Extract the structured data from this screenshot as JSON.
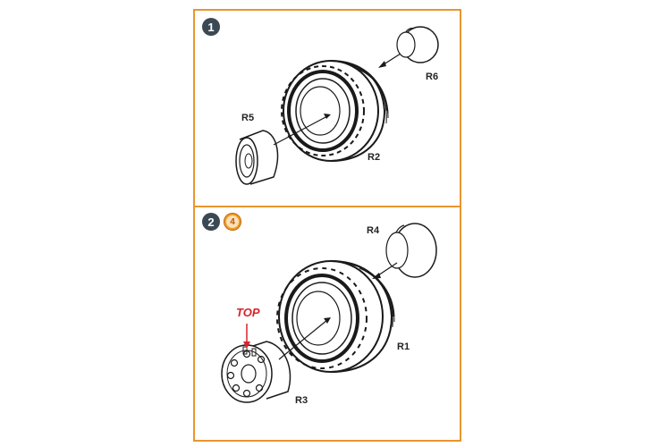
{
  "steps": [
    {
      "number": "1",
      "parts": {
        "a": "R6",
        "b": "R5",
        "c": "R2"
      }
    },
    {
      "number": "2",
      "ref": "4",
      "parts": {
        "a": "R4",
        "b": "R1",
        "c": "R3"
      },
      "note": "TOP"
    }
  ],
  "colors": {
    "frame": "#e8962d",
    "badge": "#3b4954",
    "ref_badge": "#f39a27",
    "note": "#d8232a"
  }
}
